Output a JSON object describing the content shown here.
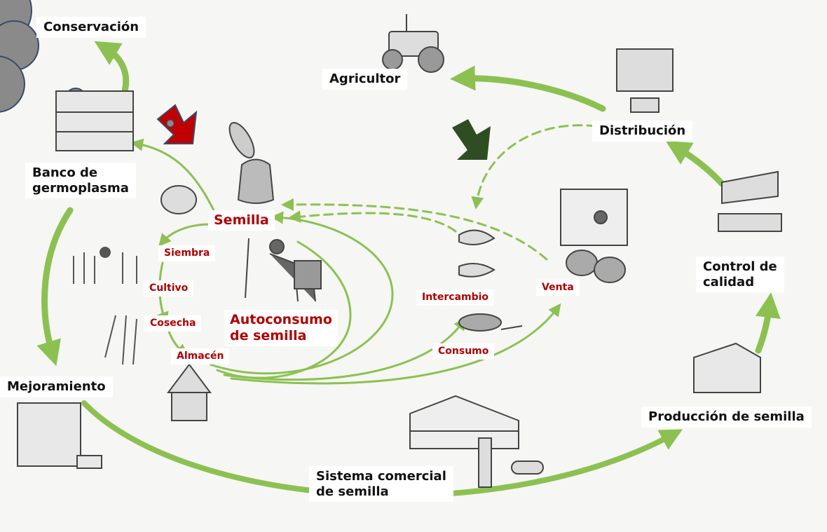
{
  "labels": {
    "conservacion": "Conservación",
    "agricultor": "Agricultor",
    "distribucion": "Distribución",
    "banco": "Banco de\ngermoplasma",
    "semilla": "Semilla",
    "siembra": "Siembra",
    "cultivo": "Cultivo",
    "cosecha": "Cosecha",
    "almacen": "Almacén",
    "autoconsumo": "Autoconsumo\nde semilla",
    "intercambio": "Intercambio",
    "venta": "Venta",
    "consumo": "Consumo",
    "control": "Control de\ncalidad",
    "mejoramiento": "Mejoramiento",
    "produccion": "Producción de semilla",
    "sistema": "Sistema comercial\nde semilla"
  },
  "colors": {
    "arrow_green": "#8cc152",
    "text_red": "#b00000",
    "marker_red": "#c00000",
    "marker_dark_green": "#2e4d23",
    "cloud_gray": "#8a8a8a"
  },
  "icons": [
    "tractor-icon",
    "storage-shelf-icon",
    "cash-register-icon",
    "hand-icon",
    "corn-icon",
    "seed-bag-icon",
    "farmer-icon",
    "hands-exchange-icon",
    "vendor-stall-icon",
    "granary-hut-icon",
    "greenhouse-icon",
    "seed-tube-icon",
    "inspection-table-icon",
    "lab-shelf-icon"
  ]
}
